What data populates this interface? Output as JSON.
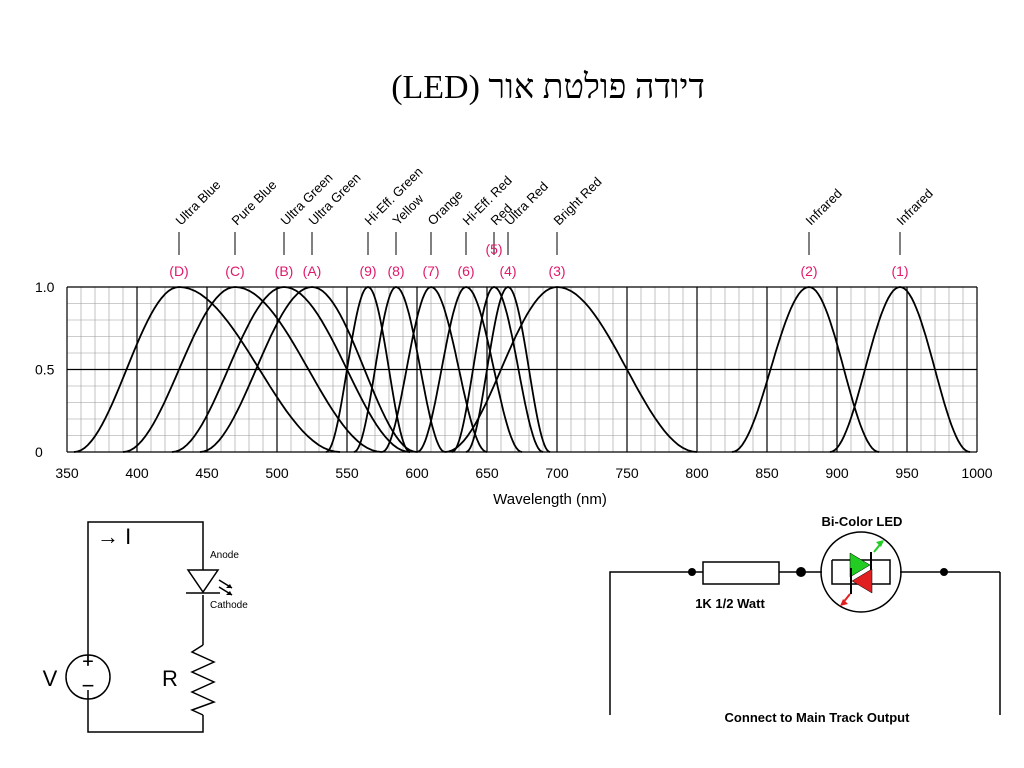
{
  "title": "דיודה פולטת אור (LED)",
  "chart_data": {
    "type": "line",
    "xlabel": "Wavelength (nm)",
    "ylabel": "",
    "xlim": [
      350,
      1000
    ],
    "ylim": [
      0,
      1.0
    ],
    "x_ticks": [
      350,
      400,
      450,
      500,
      550,
      600,
      650,
      700,
      750,
      800,
      850,
      900,
      950,
      1000
    ],
    "y_ticks": [
      {
        "value": 0,
        "label": "0"
      },
      {
        "value": 0.5,
        "label": "0.5"
      },
      {
        "value": 1.0,
        "label": "1.0"
      }
    ],
    "grid": true,
    "series": [
      {
        "code": "(D)",
        "name": "Ultra Blue",
        "peak": 430,
        "range": [
          355,
          545
        ]
      },
      {
        "code": "(C)",
        "name": "Pure Blue",
        "peak": 470,
        "range": [
          390,
          575
        ]
      },
      {
        "code": "(B)",
        "name": "Ultra Green",
        "peak": 505,
        "range": [
          425,
          595
        ]
      },
      {
        "code": "(A)",
        "name": "Ultra Green",
        "peak": 525,
        "range": [
          445,
          600
        ]
      },
      {
        "code": "(9)",
        "name": "Hi-Eff. Green",
        "peak": 565,
        "range": [
          535,
          595
        ]
      },
      {
        "code": "(8)",
        "name": "Yellow",
        "peak": 585,
        "range": [
          555,
          620
        ]
      },
      {
        "code": "(7)",
        "name": "Orange",
        "peak": 610,
        "range": [
          575,
          650
        ]
      },
      {
        "code": "(6)",
        "name": "Hi-Eff. Red",
        "peak": 635,
        "range": [
          600,
          675
        ]
      },
      {
        "code": "(5)",
        "name": "Red",
        "peak": 655,
        "range": [
          625,
          690
        ]
      },
      {
        "code": "(4)",
        "name": "Ultra Red",
        "peak": 665,
        "range": [
          635,
          695
        ]
      },
      {
        "code": "(3)",
        "name": "Bright Red",
        "peak": 700,
        "range": [
          620,
          800
        ]
      },
      {
        "code": "(2)",
        "name": "Infrared",
        "peak": 880,
        "range": [
          825,
          930
        ]
      },
      {
        "code": "(1)",
        "name": "Infrared",
        "peak": 945,
        "range": [
          895,
          995
        ]
      }
    ]
  },
  "circuit_left": {
    "current_label": "→ I",
    "anode_label": "Anode",
    "cathode_label": "Cathode",
    "source_label": "V",
    "plus_sign": "+",
    "minus_sign": "−",
    "resistor_label": "R"
  },
  "circuit_right": {
    "led_label": "Bi-Color LED",
    "resistor_label": "1K 1/2 Watt",
    "bottom_label": "Connect to Main Track Output",
    "colors": {
      "green_led": "#22cc22",
      "red_led": "#e02020"
    }
  },
  "colors": {
    "accent": "#e0196b",
    "line": "#000000"
  }
}
